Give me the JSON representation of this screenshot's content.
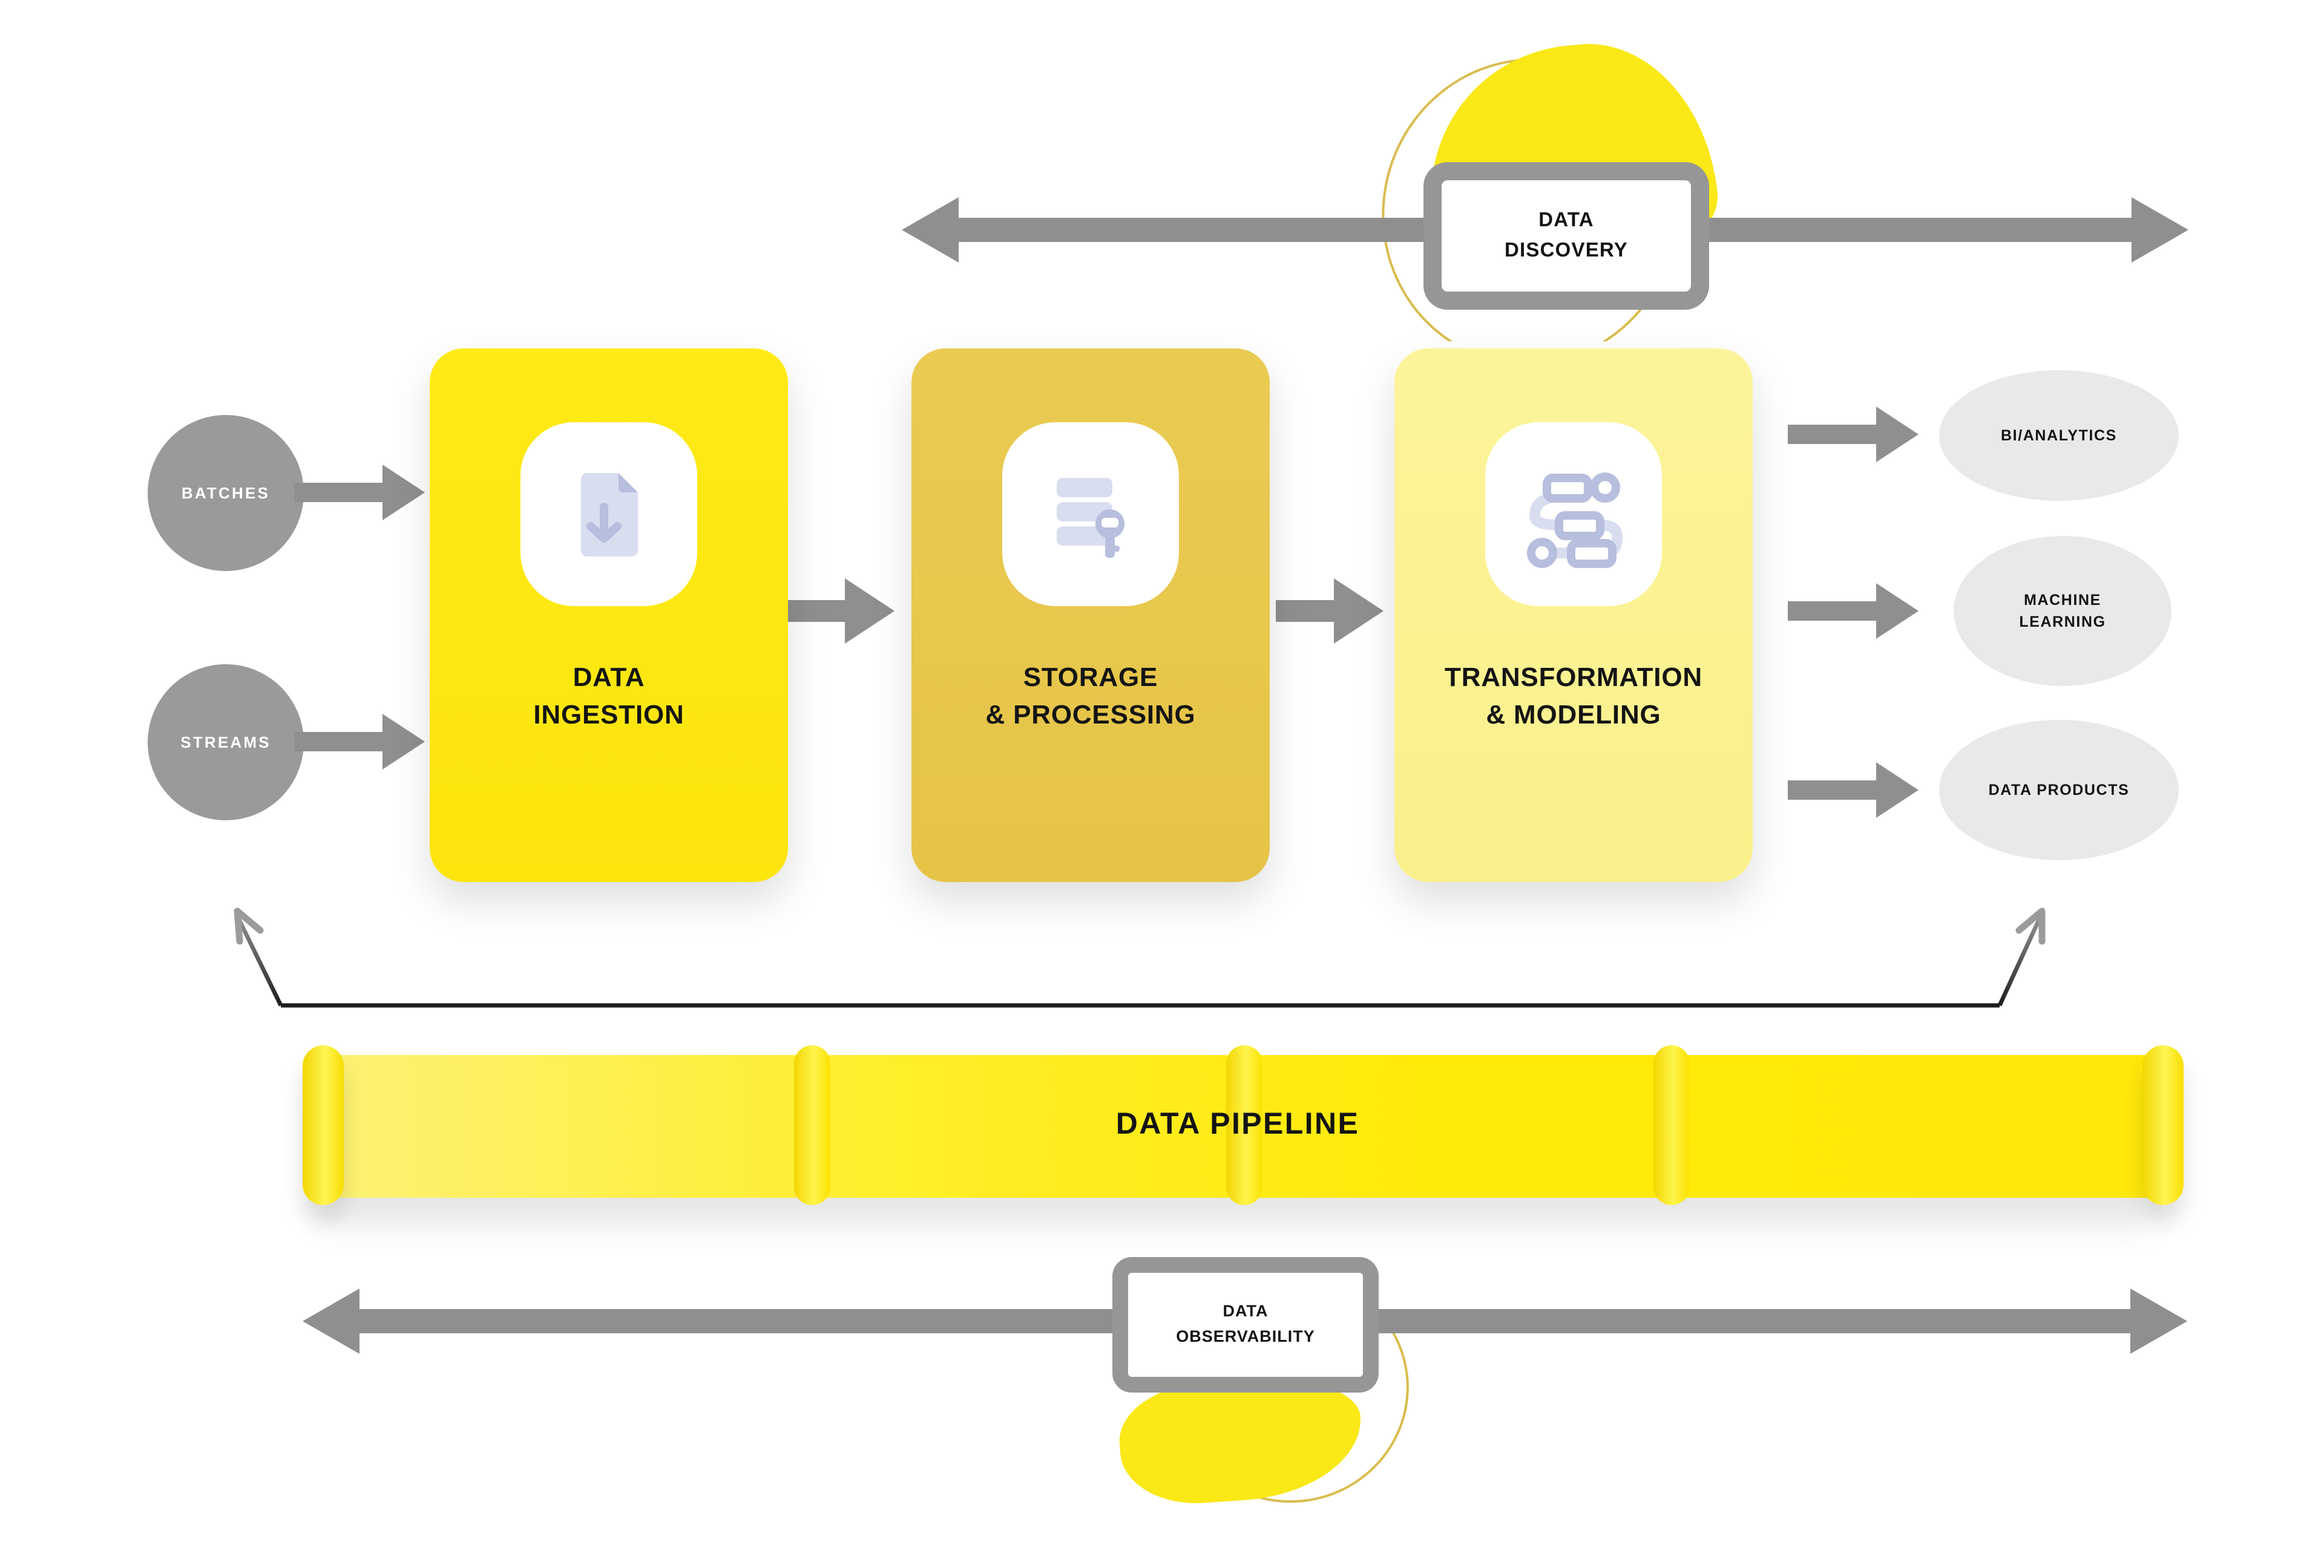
{
  "diagram": {
    "discovery_label": {
      "line1": "DATA",
      "line2": "DISCOVERY"
    },
    "observability_label": {
      "line1": "DATA",
      "line2": "OBSERVABILITY"
    },
    "pipeline_label": "DATA PIPELINE",
    "sources": [
      {
        "label": "BATCHES"
      },
      {
        "label": "STREAMS"
      }
    ],
    "stages": [
      {
        "id": "ingestion",
        "line1": "DATA",
        "line2": "INGESTION",
        "icon": "file-download-icon",
        "color": "#FCE50D"
      },
      {
        "id": "storage",
        "line1": "STORAGE",
        "line2": "& PROCESSING",
        "icon": "database-key-icon",
        "color": "#E8C94F"
      },
      {
        "id": "transformation",
        "line1": "TRANSFORMATION",
        "line2": "& MODELING",
        "icon": "workflow-icon",
        "color": "#FBF294"
      }
    ],
    "outputs": [
      {
        "label": "BI/ANALYTICS"
      },
      {
        "label": "MACHINE",
        "label2": "LEARNING"
      },
      {
        "label": "DATA PRODUCTS"
      }
    ],
    "colors": {
      "bright_yellow": "#FCE50D",
      "gold": "#E8C94F",
      "pale_yellow": "#FBF294",
      "pipe_yellow": "#FFEA0A",
      "arrow_gray": "#8F8F8F",
      "frame_gray": "#969696",
      "source_gray": "#9A9A9A",
      "output_ellipse_gray": "#E9E9E9",
      "icon_lavender_light": "#D9DDF0",
      "icon_lavender_dark": "#B7BEDE",
      "blob_yellow": "#FAE817",
      "blob_outline_gold": "#D9BC4D",
      "feedback_line_black": "#1D1D1B"
    }
  }
}
